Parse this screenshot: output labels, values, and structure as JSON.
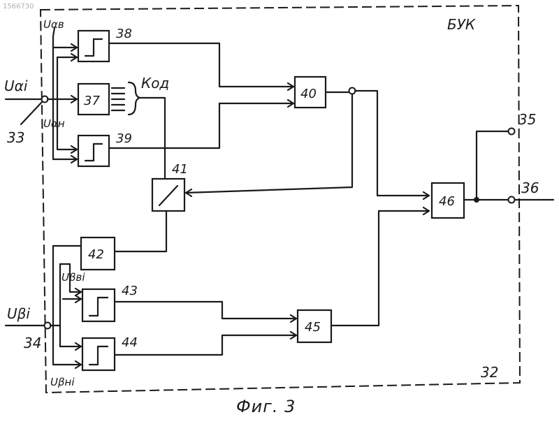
{
  "diagram": {
    "corner_text": "1566730",
    "title": "БУК",
    "enclosure_ref": "32",
    "caption": "Фиг. 3",
    "inputs": {
      "alpha_signal": "Uαi",
      "alpha_terminal": "33",
      "beta_signal": "Uβi",
      "beta_terminal": "34"
    },
    "signals": {
      "ua_upper": "Uαв",
      "ua_lower": "Uαн",
      "ub_upper": "Uβвi",
      "ub_lower": "Uβнi",
      "code": "Код"
    },
    "blocks": {
      "b37": "37",
      "b38": "38",
      "b39": "39",
      "b40": "40",
      "b41": "41",
      "b42": "42",
      "b43": "43",
      "b44": "44",
      "b45": "45",
      "b46": "46"
    },
    "outputs": {
      "out35": "35",
      "out36": "36"
    }
  }
}
